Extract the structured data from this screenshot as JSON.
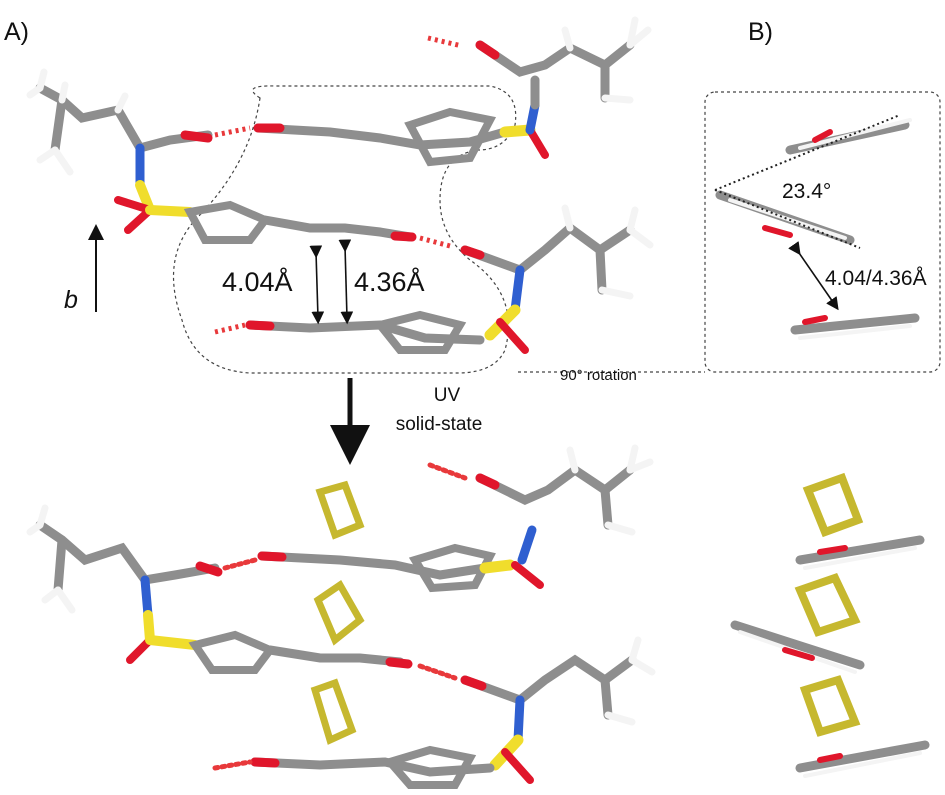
{
  "panels": {
    "a_label": "A)",
    "b_label": "B)"
  },
  "axis": {
    "label": "b"
  },
  "distances": {
    "first": "4.04Å",
    "second": "4.36Å",
    "combined": "4.04/4.36Å"
  },
  "angle": {
    "label": "23.4°"
  },
  "rotation": {
    "label": "90° rotation"
  },
  "reaction": {
    "line1": "UV",
    "line2": "solid-state"
  },
  "colors": {
    "carbon": "#8e8e8e",
    "hydrogen": "#f4f4f4",
    "oxygen": "#e0162b",
    "sulfur": "#f0dd2c",
    "nitrogen": "#2f5fd0",
    "cyclobutane": "#d9cc3a",
    "hbond": "#e8393b",
    "outline": "#3a3a3a"
  },
  "icons": [
    "double-headed-arrow-icon",
    "down-arrow-icon",
    "axis-arrow-icon"
  ]
}
